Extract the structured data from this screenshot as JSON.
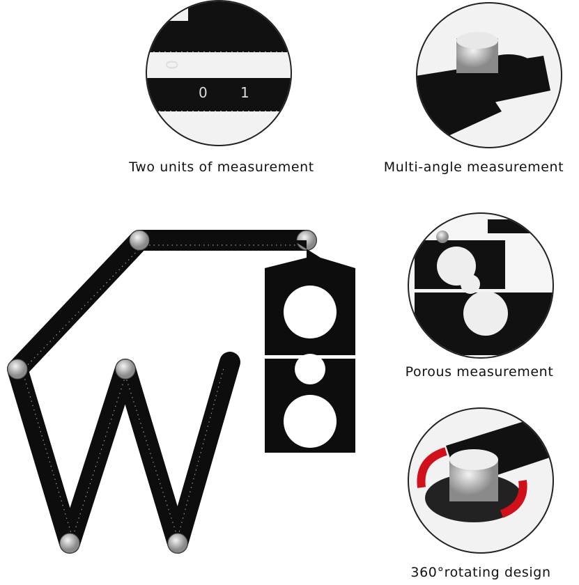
{
  "features": [
    {
      "caption": "Two units of measurement",
      "icon": "ruler-scale-closeup"
    },
    {
      "caption": "Multi-angle measurement",
      "icon": "knob-closeup"
    },
    {
      "caption": "Porous measurement",
      "icon": "hole-template-closeup"
    },
    {
      "caption": "360°rotating design",
      "icon": "rotating-knob-closeup"
    }
  ],
  "colors": {
    "tool": "#0d0d0d",
    "joint": "#c8c8c8",
    "rotate_arrow": "#d0101a",
    "circle_border": "#222222"
  }
}
